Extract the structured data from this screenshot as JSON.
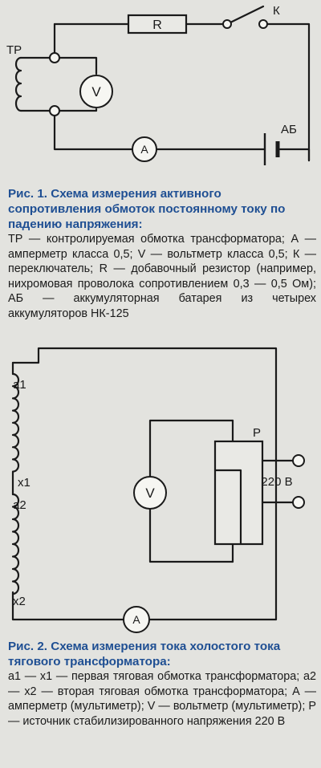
{
  "figure1": {
    "labels": {
      "transformer": "ТР",
      "resistor": "R",
      "switch": "К",
      "voltmeter": "V",
      "ammeter": "A",
      "battery": "АБ"
    },
    "caption": {
      "title": "Рис. 1. Схема измерения активного сопротивления обмоток постоянному току по падению напряжения:",
      "text": "ТР — контролируемая обмотка трансформатора; А — амперметр класса 0,5; V — вольтметр класса 0,5; К — переключатель; R — добавочный резистор (например, нихромовая проволока сопротивлением 0,3 — 0,5 Ом); АБ — аккумуляторная батарея из четырех аккумуляторов НК-125"
    }
  },
  "figure2": {
    "labels": {
      "a1": "a1",
      "x1": "x1",
      "a2": "a2",
      "x2": "x2",
      "voltmeter": "V",
      "ammeter": "A",
      "source": "P",
      "voltage": "220 В"
    },
    "caption": {
      "title": "Рис. 2. Схема измерения тока холостого тока тягового трансформатора:",
      "text": "a1 — x1 — первая тяговая обмотка трансформатора; a2 — x2 — вторая тяговая обмотка трансформатора; А — амперметр (мультиметр); V — вольтметр (мультиметр); Р — источник стабилизированного напряжения 220 В"
    }
  }
}
